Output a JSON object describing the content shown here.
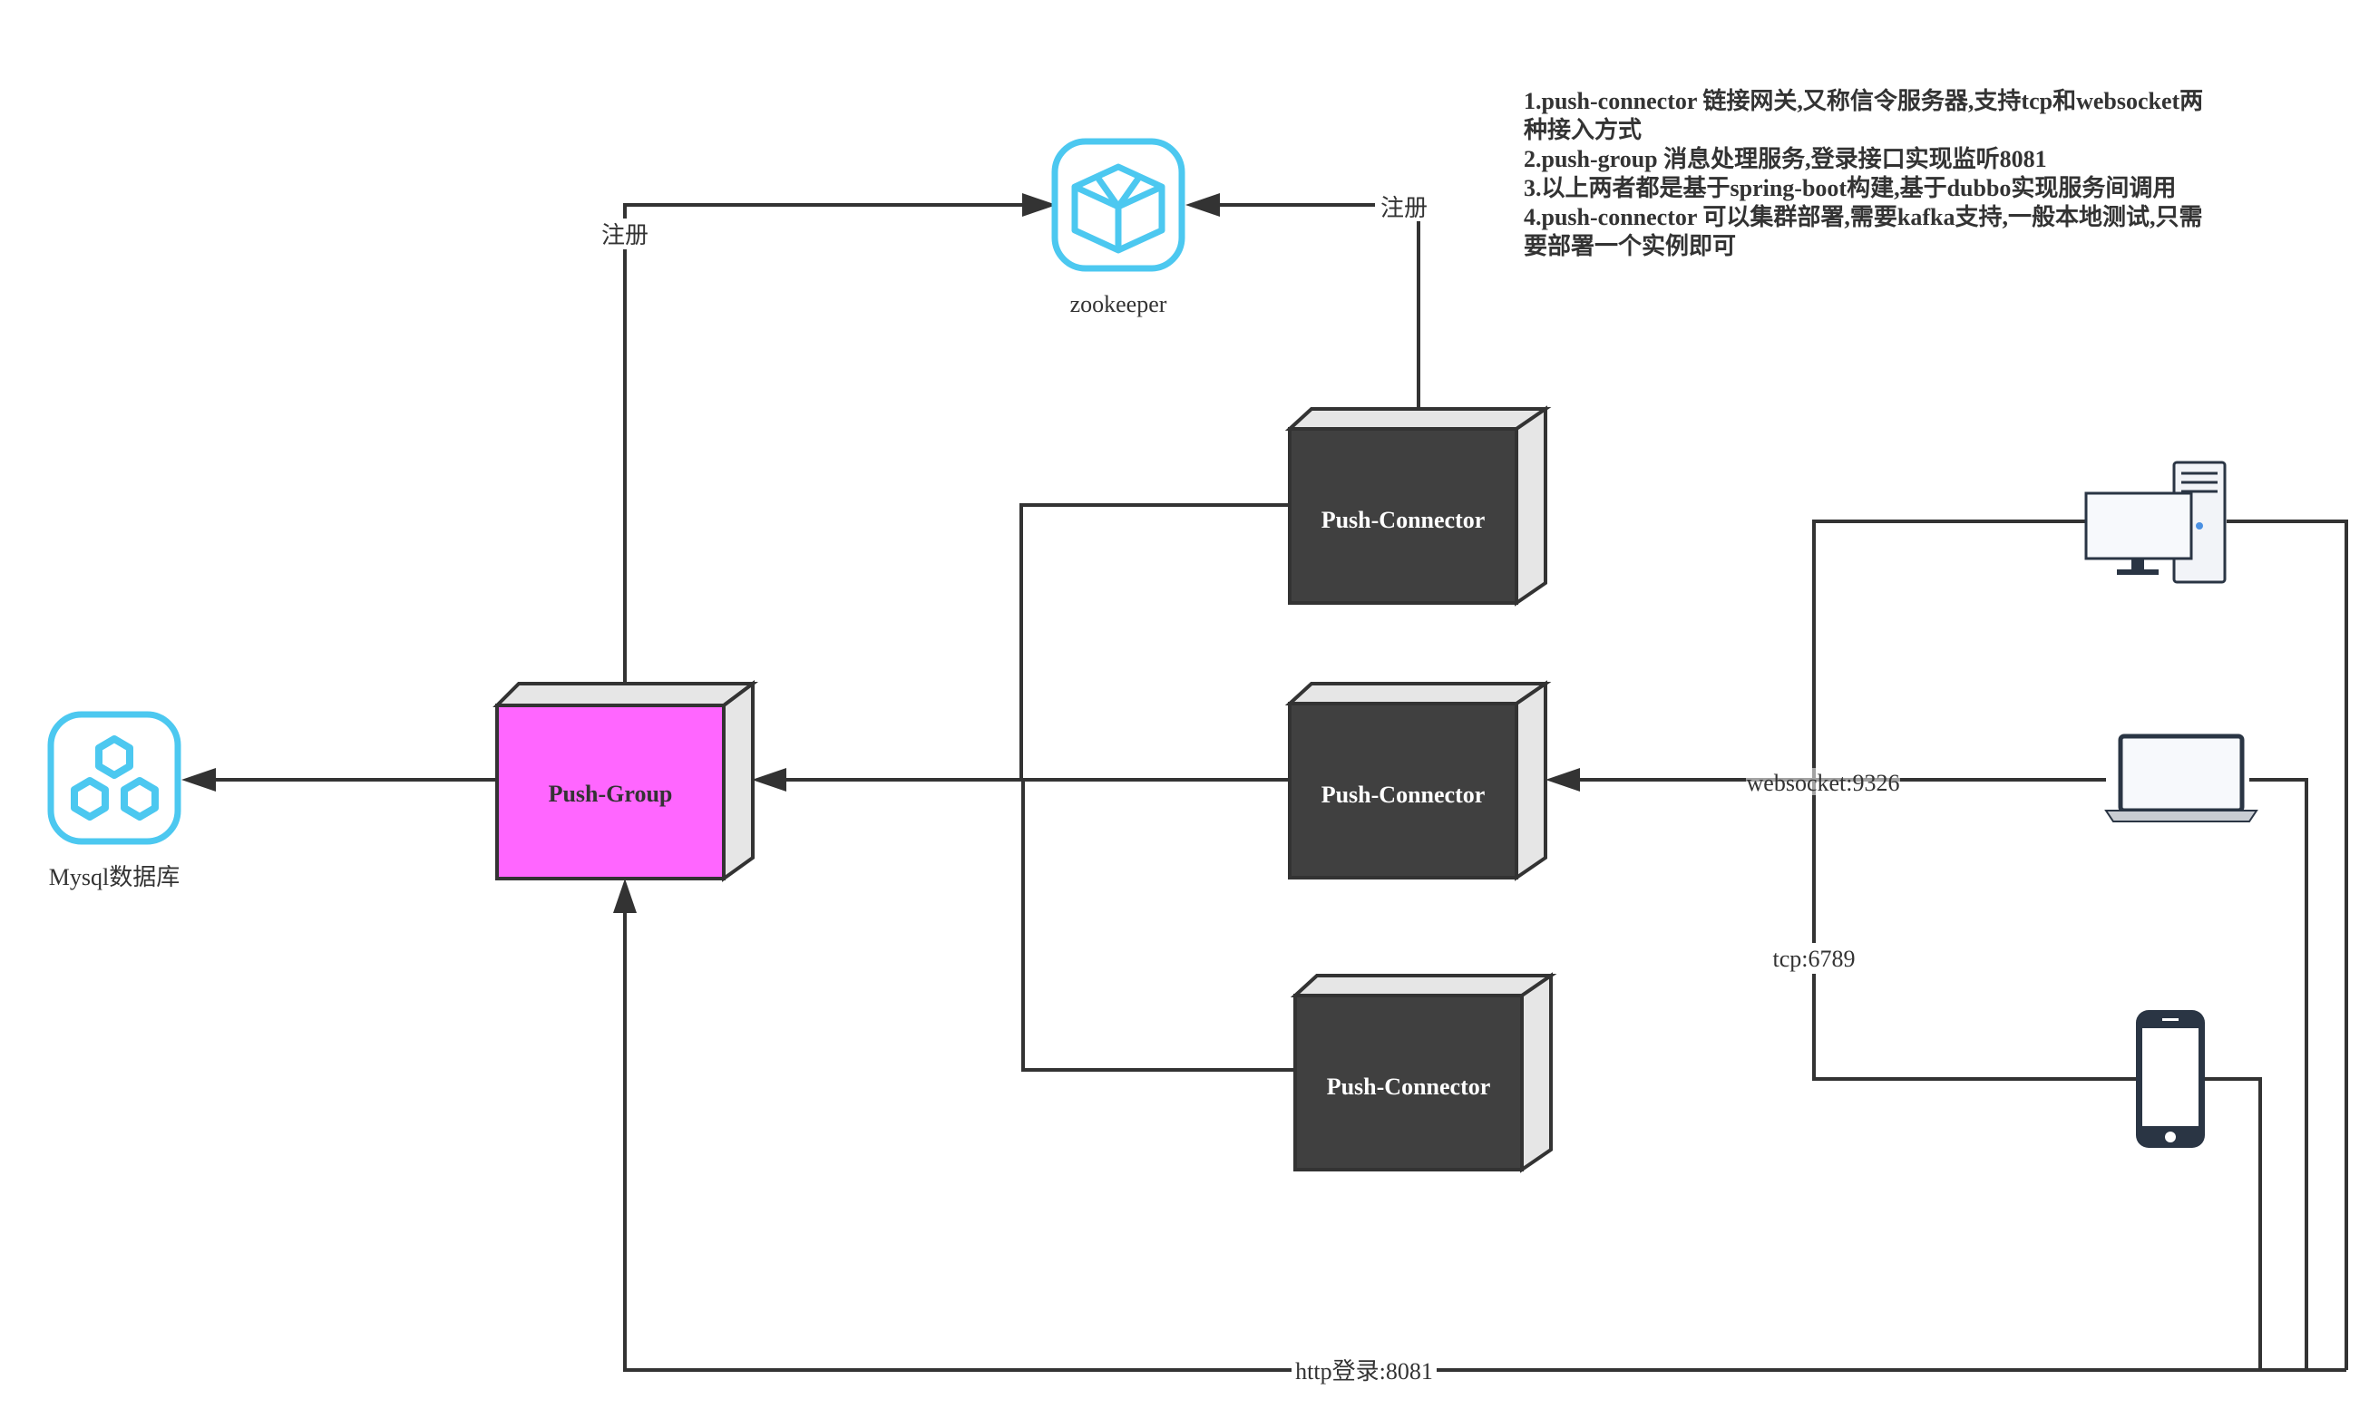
{
  "notes": [
    "1.push-connector 链接网关,又称信令服务器,支持tcp和websocket两种接入方式",
    "2.push-group 消息处理服务,登录接口实现监听8081",
    "3.以上两者都是基于spring-boot构建,基于dubbo实现服务间调用",
    "4.push-connector 可以集群部署,需要kafka支持,一般本地测试,只需要部署一个实例即可"
  ],
  "nodes": {
    "zookeeper": {
      "label": "zookeeper",
      "icon": "cube-icon"
    },
    "mysql": {
      "label": "Mysql数据库",
      "icon": "hexagon-cluster-icon"
    },
    "push_group": {
      "label": "Push-Group",
      "color": "#ff66ff"
    },
    "connector_1": {
      "label": "Push-Connector",
      "color": "#404040"
    },
    "connector_2": {
      "label": "Push-Connector",
      "color": "#404040"
    },
    "connector_3": {
      "label": "Push-Connector",
      "color": "#404040"
    },
    "desktop": {
      "icon": "desktop-computer-icon"
    },
    "laptop": {
      "icon": "laptop-icon"
    },
    "phone": {
      "icon": "smartphone-icon"
    }
  },
  "edge_labels": {
    "register_left": "注册",
    "register_right": "注册",
    "websocket": "websocket:9326",
    "tcp": "tcp:6789",
    "http_login": "http登录:8081"
  },
  "colors": {
    "icon_blue": "#4cc8f0",
    "line": "#333333",
    "box_side": "#e6e6e6"
  }
}
